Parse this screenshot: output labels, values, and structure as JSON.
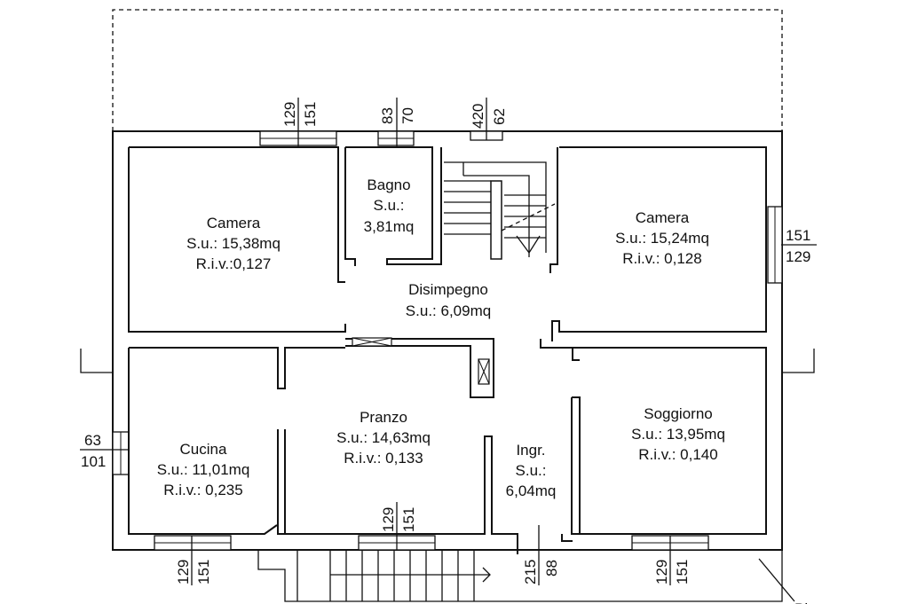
{
  "rooms": {
    "camera_left": {
      "name": "Camera",
      "area": "S.u.: 15,38mq",
      "riv": "R.i.v.:0,127"
    },
    "bagno": {
      "name": "Bagno",
      "area_label": "S.u.:",
      "area_value": "3,81mq"
    },
    "camera_right": {
      "name": "Camera",
      "area": "S.u.: 15,24mq",
      "riv": "R.i.v.: 0,128"
    },
    "disimpegno": {
      "name": "Disimpegno",
      "area": "S.u.: 6,09mq"
    },
    "cucina": {
      "name": "Cucina",
      "area": "S.u.: 11,01mq",
      "riv": "R.i.v.: 0,235"
    },
    "pranzo": {
      "name": "Pranzo",
      "area": "S.u.: 14,63mq",
      "riv": "R.i.v.: 0,133"
    },
    "ingresso": {
      "name": "Ingr.",
      "area_label": "S.u.:",
      "area_value": "6,04mq"
    },
    "soggiorno": {
      "name": "Soggiorno",
      "area": "S.u.: 13,95mq",
      "riv": "R.i.v.: 0,140"
    }
  },
  "dimensions": {
    "top_camera_left": {
      "a": "129",
      "b": "151"
    },
    "top_bagno": {
      "a": "83",
      "b": "70"
    },
    "top_stair": {
      "a": "420",
      "b": "62"
    },
    "right_camera": {
      "a": "151",
      "b": "129"
    },
    "left_cucina": {
      "a": "63",
      "b": "101"
    },
    "pranzo_window": {
      "a": "129",
      "b": "151"
    },
    "bottom_cucina": {
      "a": "129",
      "b": "151"
    },
    "bottom_ingresso": {
      "a": "215",
      "b": "88"
    },
    "bottom_soggiorno": {
      "a": "129",
      "b": "151"
    }
  },
  "partial_label": "Pi"
}
